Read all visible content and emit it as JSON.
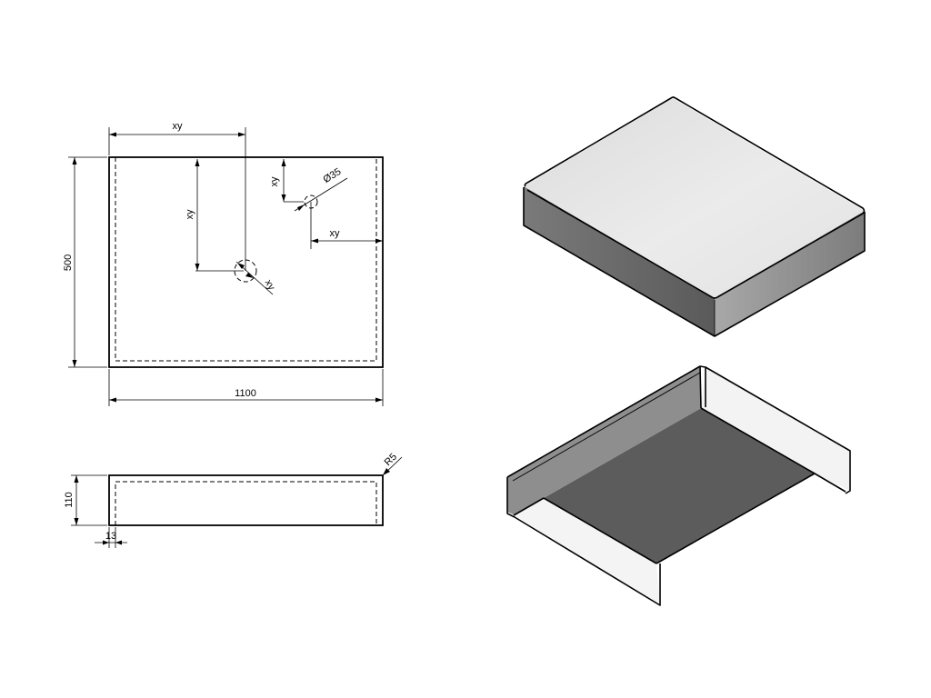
{
  "drawing": {
    "top_view": {
      "width_label": "1100",
      "depth_label": "500",
      "hole_center_x_label": "xy",
      "hole_center_y_label": "xy",
      "hole_diameter_label": "xy",
      "tap_hole_y_label": "xy",
      "tap_hole_x_label": "xy",
      "tap_hole_diameter_label": "Ø35"
    },
    "side_view": {
      "height_label": "110",
      "thickness_label": "13",
      "radius_label": "R5"
    }
  },
  "colors": {
    "line": "#000000",
    "top_face": "#e6e6e6",
    "front_face": "#6e6e6e",
    "right_face": "#8c8c8c",
    "tray_floor": "#5e5e5e",
    "tray_left_wall": "#8e8e8e",
    "tray_right_wall_inner": "#f2f2f2",
    "tray_front_inner": "#f5f5f5"
  }
}
